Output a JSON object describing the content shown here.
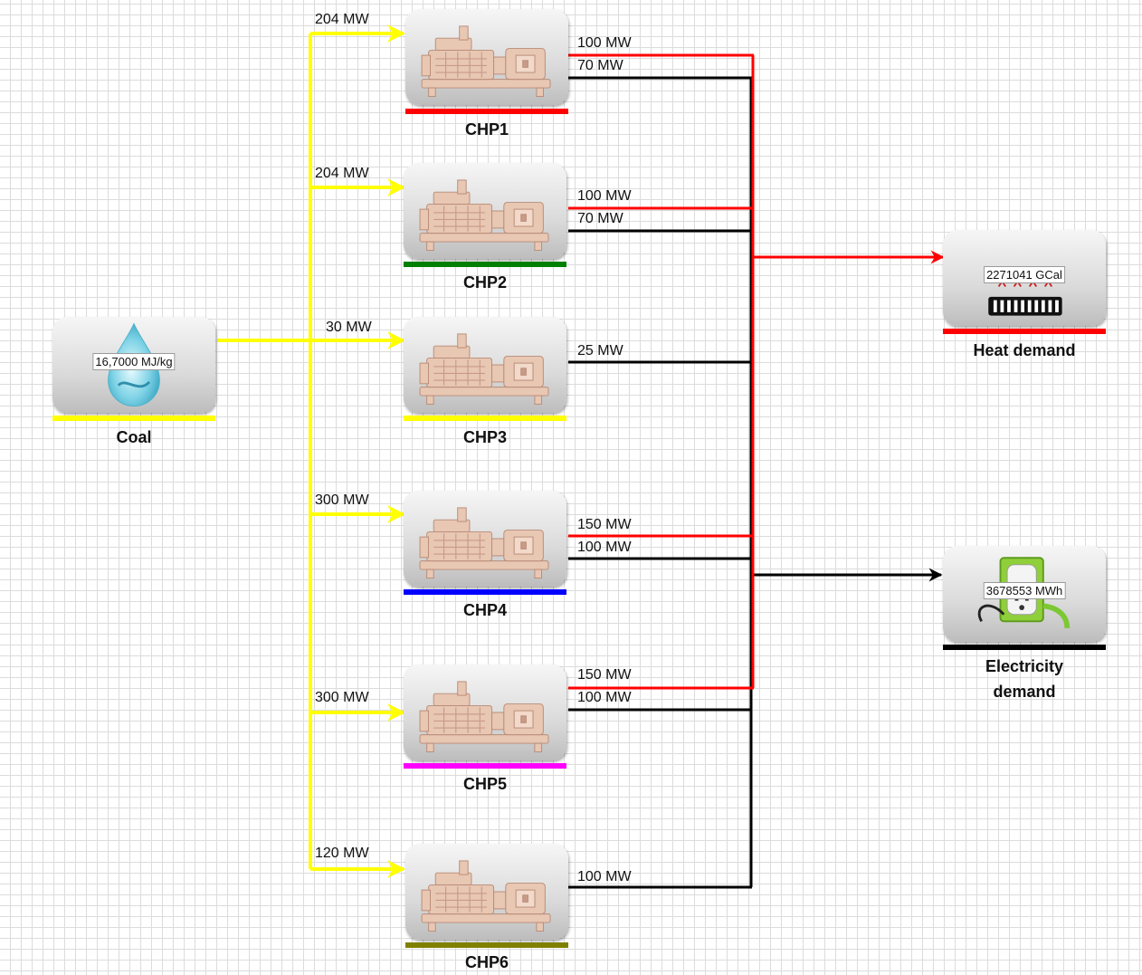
{
  "colors": {
    "fuel_line": "#ffff00",
    "heat_line": "#ff0000",
    "electricity_line": "#000000",
    "chp1_bar": "#ff0000",
    "chp2_bar": "#008000",
    "chp3_bar": "#ffff00",
    "chp4_bar": "#0000ff",
    "chp5_bar": "#ff00ff",
    "chp6_bar": "#808000",
    "coal_bar": "#ffff00",
    "heat_bar": "#ff0000",
    "electricity_bar": "#000000"
  },
  "coal": {
    "label": "Coal",
    "value": "16,7000 MJ/kg",
    "icon": "water-drop-icon"
  },
  "heat_demand": {
    "label": "Heat demand",
    "value": "2271041 GCal",
    "icon": "radiator-icon"
  },
  "electricity_demand": {
    "label_line1": "Electricity",
    "label_line2": "demand",
    "value": "3678553 MWh",
    "icon": "power-outlet-icon"
  },
  "chp1": {
    "label": "CHP1",
    "fuel_in": "204 MW",
    "heat_out": "100 MW",
    "elec_out": "70 MW",
    "icon": "generator-icon"
  },
  "chp2": {
    "label": "CHP2",
    "fuel_in": "204 MW",
    "heat_out": "100 MW",
    "elec_out": "70 MW",
    "icon": "generator-icon"
  },
  "chp3": {
    "label": "CHP3",
    "fuel_in": "30 MW",
    "elec_out": "25 MW",
    "icon": "generator-icon"
  },
  "chp4": {
    "label": "CHP4",
    "fuel_in": "300 MW",
    "heat_out": "150 MW",
    "elec_out": "100 MW",
    "icon": "generator-icon"
  },
  "chp5": {
    "label": "CHP5",
    "fuel_in": "300 MW",
    "heat_out": "150 MW",
    "elec_out": "100 MW",
    "icon": "generator-icon"
  },
  "chp6": {
    "label": "CHP6",
    "fuel_in": "120 MW",
    "elec_out": "100 MW",
    "icon": "generator-icon"
  }
}
